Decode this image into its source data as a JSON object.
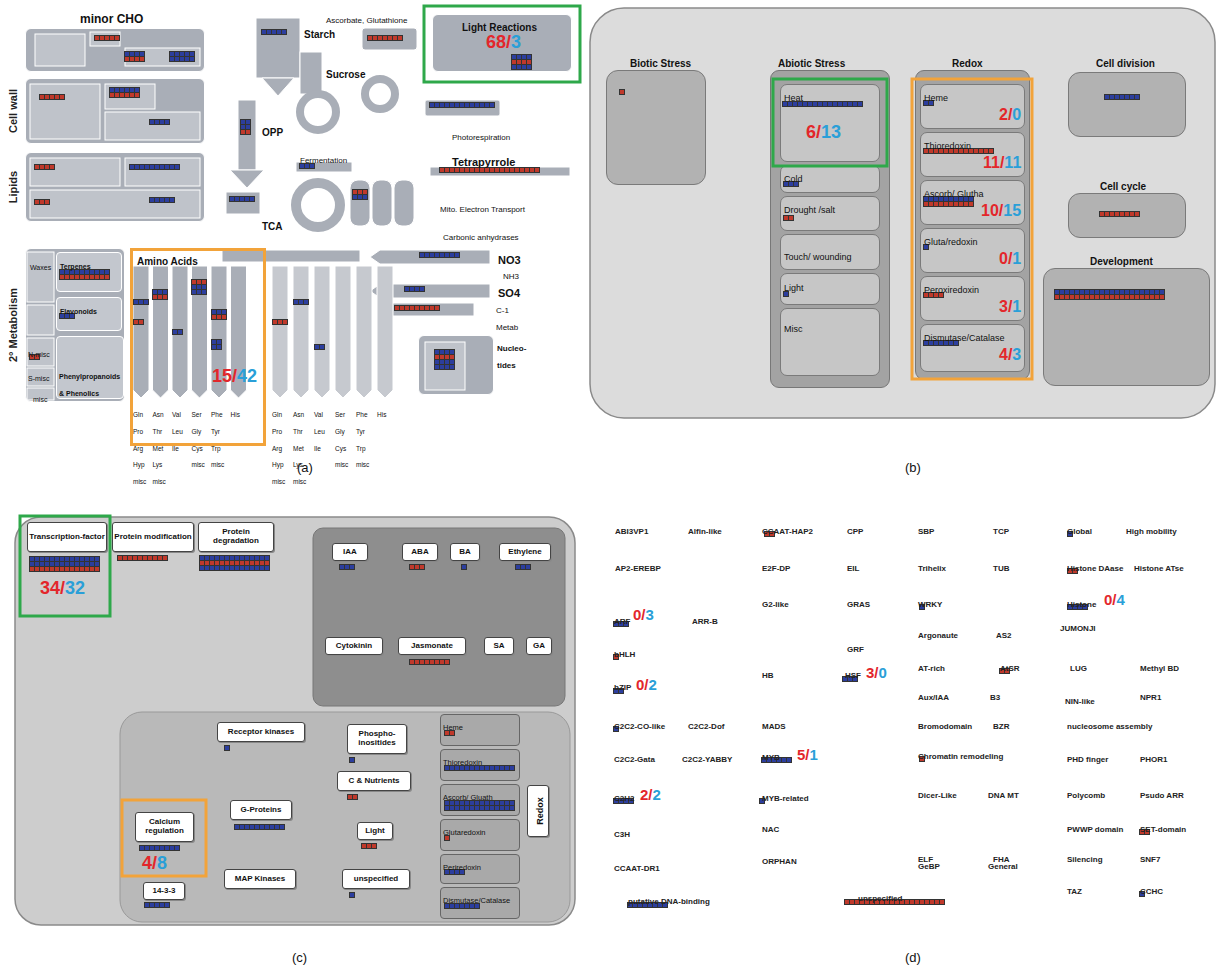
{
  "diagram": {
    "nodes": [
      {
        "text": [
          "minor CHO"
        ]
      },
      {
        "text": [
          "Cell wall"
        ]
      },
      {
        "text": [
          "Lipids"
        ]
      },
      {
        "text": [
          "2° Metabolism"
        ]
      },
      {
        "text": [
          "Terpenes"
        ],
        "in": 3
      },
      {
        "text": [
          "Flavonoids"
        ],
        "in": 3
      },
      {
        "text": [
          "Phenylpropanoids & Phenolics"
        ],
        "in": 3
      },
      {
        "text": [
          "Light Reactions",
          "68/",
          "3"
        ]
      },
      {
        "text": [
          "Amino Acids",
          "15/",
          "42"
        ]
      },
      {
        "text": [
          "Nucleo-tides"
        ]
      },
      {
        "text": [
          "Biotic Stress"
        ]
      },
      {
        "text": [
          "Abiotic Stress"
        ]
      },
      {
        "text": [
          "Heat",
          "6/",
          "13"
        ],
        "in": 11
      },
      {
        "text": [
          "Cold"
        ],
        "in": 11
      },
      {
        "text": [
          "Drought /salt"
        ],
        "in": 11
      },
      {
        "text": [
          "Touch/ wounding"
        ],
        "in": 11
      },
      {
        "text": [
          "Light"
        ],
        "in": 11
      },
      {
        "text": [
          "Misc"
        ],
        "in": 11
      },
      {
        "text": [
          "Redox"
        ]
      },
      {
        "text": [
          "Heme",
          "2/",
          "0"
        ],
        "in": 18
      },
      {
        "text": [
          "Thioredoxin",
          "11/",
          "11"
        ],
        "in": 18
      },
      {
        "text": [
          "Ascorb/ Glutha",
          "10/",
          "15"
        ],
        "in": 18
      },
      {
        "text": [
          "Gluta/redoxin",
          "0/",
          "1"
        ],
        "in": 18
      },
      {
        "text": [
          "Peroxiredoxin",
          "3/",
          "1"
        ],
        "in": 18
      },
      {
        "text": [
          "Dismutase/Catalase",
          "4/",
          "3"
        ],
        "in": 18
      },
      {
        "text": [
          "Cell division"
        ]
      },
      {
        "text": [
          "Cell cycle"
        ]
      },
      {
        "text": [
          "Development"
        ]
      },
      {
        "text": [
          "Transcription-factor",
          "34/",
          "32"
        ]
      },
      {
        "text": [
          "Protein modification"
        ]
      },
      {
        "text": [
          "Protein degradation"
        ]
      },
      {
        "text": [
          "IAA"
        ]
      },
      {
        "text": [
          "ABA"
        ]
      },
      {
        "text": [
          "BA"
        ]
      },
      {
        "text": [
          "Ethylene"
        ]
      },
      {
        "text": [
          "Cytokinin"
        ]
      },
      {
        "text": [
          "Jasmonate"
        ]
      },
      {
        "text": [
          "SA"
        ]
      },
      {
        "text": [
          "GA"
        ]
      },
      {
        "text": [
          "Receptor kinases"
        ]
      },
      {
        "text": [
          "Phospho-inositides"
        ]
      },
      {
        "text": [
          "C & Nutrients"
        ]
      },
      {
        "text": [
          "Calcium regulation",
          "4/",
          "8"
        ]
      },
      {
        "text": [
          "G-Proteins"
        ]
      },
      {
        "text": [
          "Light"
        ]
      },
      {
        "text": [
          "14-3-3"
        ]
      },
      {
        "text": [
          "MAP Kinases"
        ]
      },
      {
        "text": [
          "unspecified"
        ]
      },
      {
        "text": [
          "Heme"
        ]
      },
      {
        "text": [
          "Thioredoxin"
        ]
      },
      {
        "text": [
          "Ascorb/ Gluath"
        ]
      },
      {
        "text": [
          "Glutaredoxin"
        ]
      },
      {
        "text": [
          "Periredoxin"
        ]
      },
      {
        "text": [
          "Dismutase/Catalase"
        ]
      },
      {
        "text": [
          "Redox"
        ]
      }
    ],
    "labels": [
      "Ascorbate, Glutathione",
      "Starch",
      "Sucrose",
      "OPP",
      "Photorespiration",
      "Fermentation",
      "Tetrapyrrole",
      "TCA",
      "Mito. Electron Transport",
      "Carbonic anhydrases",
      "Waxes",
      "N-misc",
      "S-misc",
      "misc",
      "NO3",
      "NH3",
      "SO4",
      "C-1 Metab",
      "Gln Pro Arg Hyp misc",
      "Asn Thr Met Lys misc",
      "Val Leu Ile",
      "Ser Gly Cys misc",
      "Phe Tyr Trp misc",
      "His",
      "Gln Pro Arg Hyp misc",
      "Asn Thr Met Lys misc",
      "Val Leu Ile",
      "Ser Gly Cys misc",
      "Phe Tyr Trp misc",
      "His",
      "(a)",
      "(b)",
      "(c)",
      "(d)",
      "ABI3VP1",
      "Alfin-like",
      "CCAAT-HAP2",
      "CPP",
      "SBP",
      "TCP",
      "Global",
      "High mobility",
      "AP2-EREBP",
      "E2F-DP",
      "EIL",
      "Trihelix",
      "TUB",
      "Histone DAase",
      "Histone ATse",
      "G2-like",
      "GRAS",
      "WRKY",
      "Histone",
      "0/",
      "4",
      "ARF",
      "0/",
      "3",
      "ARR-B",
      "Argonaute",
      "AS2",
      "JUMONJI",
      "GRF",
      "bHLH",
      "HB",
      "HSF",
      "3/",
      "0",
      "AT-rich",
      "AtSR",
      "LUG",
      "Methyl BD",
      "bZIP",
      "0/",
      "2",
      "Aux/IAA",
      "B3",
      "NIN-like",
      "NPR1",
      "C2C2-CO-like",
      "C2C2-Dof",
      "MADS",
      "Bromodomain",
      "BZR",
      "nucleosome assembly",
      "C2C2-Gata",
      "C2C2-YABBY",
      "MYB",
      "5/",
      "1",
      "Chromatin remodeling",
      "PHD finger",
      "PHOR1",
      "Dicer-Like",
      "DNA MT",
      "Polycomb",
      "Psudo ARR",
      "C2H2",
      "2/",
      "2",
      "MYB-related",
      "NAC",
      "PWWP domain",
      "SET-domain",
      "C3H",
      "ELF",
      "FHA",
      "Silencing",
      "SNF7",
      "ORPHAN",
      "CCAAT-DR1",
      "GeBP",
      "General",
      "TAZ",
      "CCHC",
      "putative DNA-binding",
      "unspecified"
    ]
  }
}
